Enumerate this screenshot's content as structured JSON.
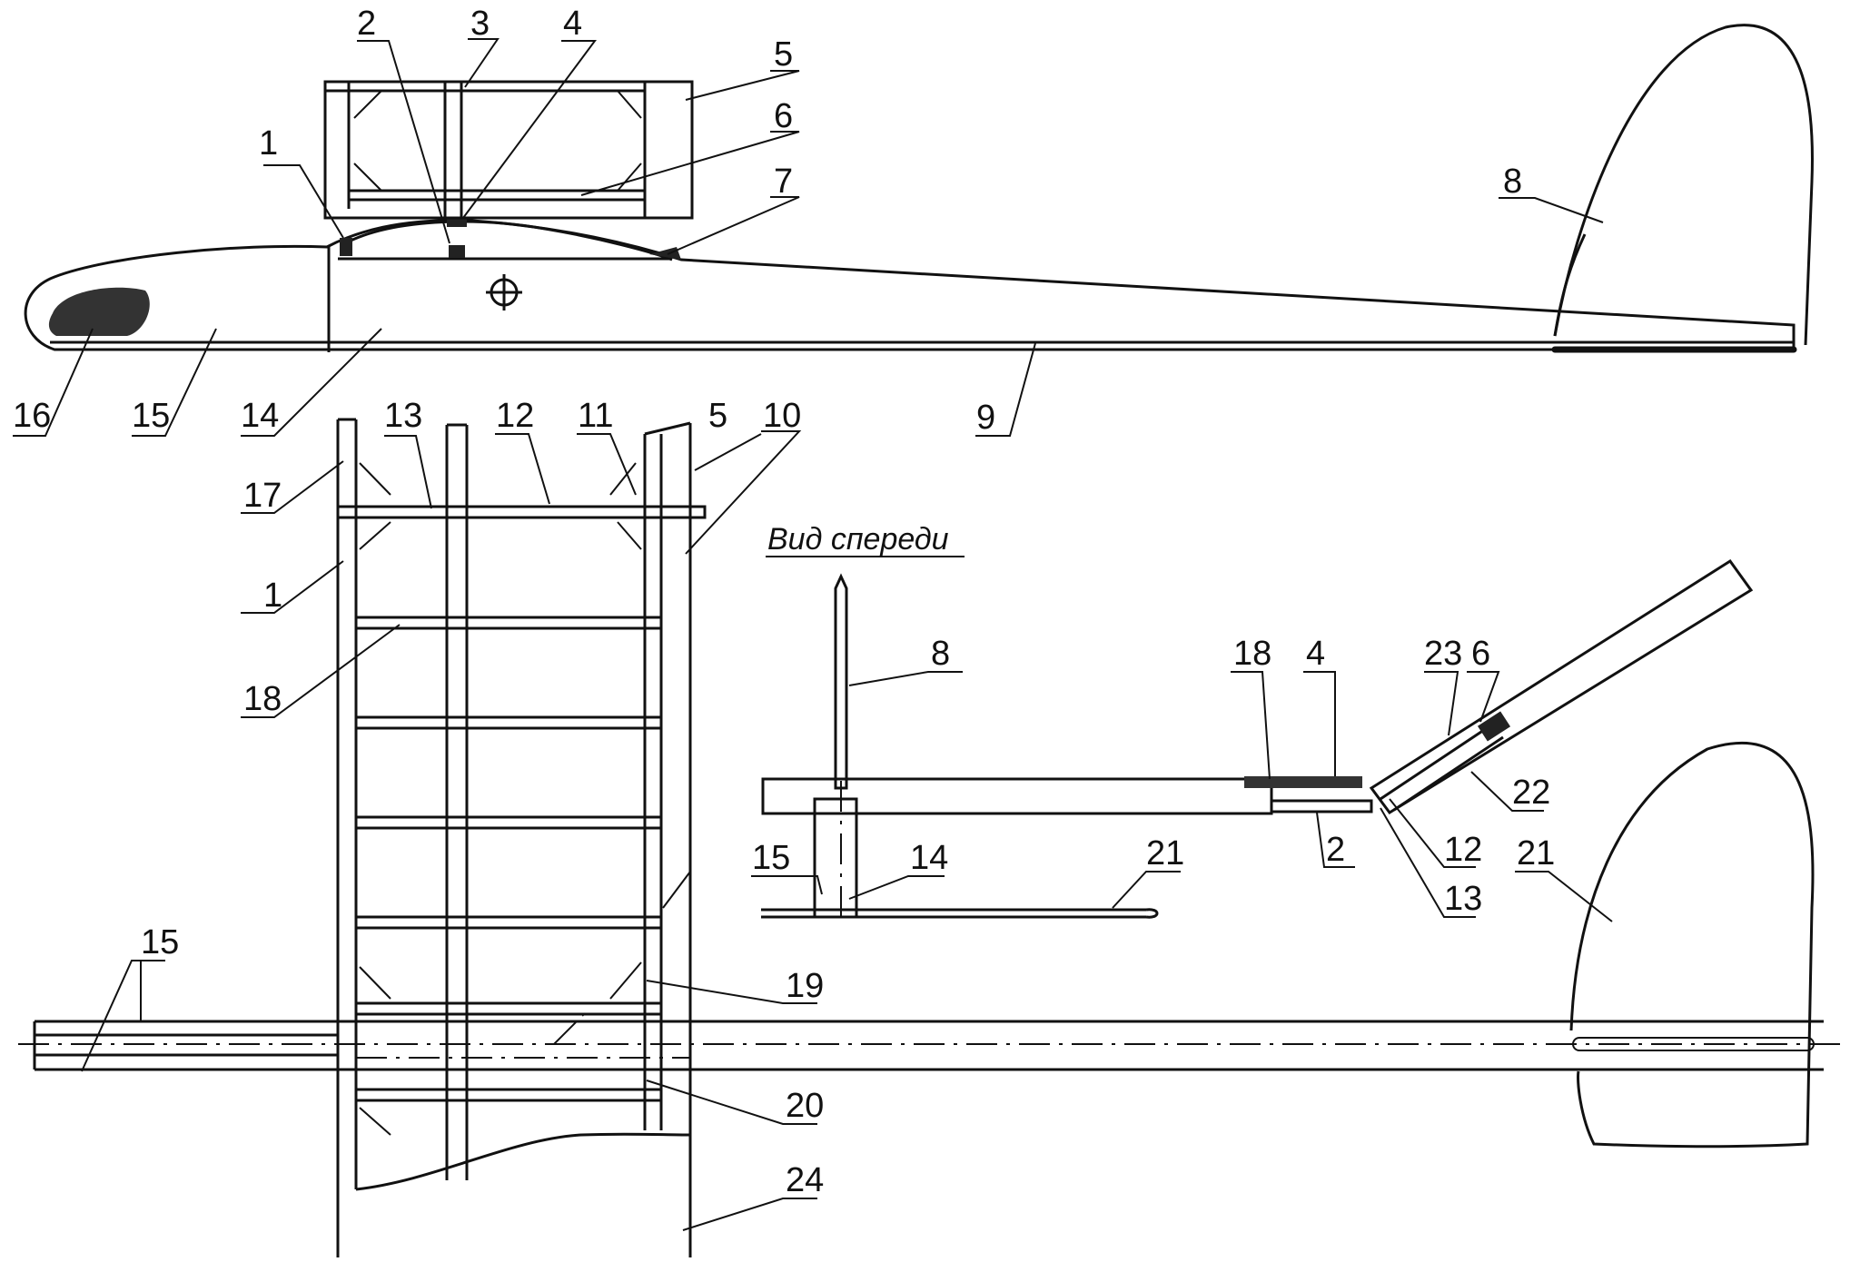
{
  "view_label": "Вид спереди",
  "callouts": {
    "c1a": "1",
    "c2": "2",
    "c3": "3",
    "c4a": "4",
    "c5a": "5",
    "c6a": "6",
    "c7": "7",
    "c8a": "8",
    "c9": "9",
    "c10": "10",
    "c11": "11",
    "c12a": "12",
    "c13a": "13",
    "c14a": "14",
    "c15a": "15",
    "c16": "16",
    "c5b": "5",
    "c17": "17",
    "c1b": "1",
    "c18a": "18",
    "c19": "19",
    "c20": "20",
    "c15c": "15",
    "c24": "24",
    "c8b": "8",
    "c18b": "18",
    "c4b": "4",
    "c23": "23",
    "c6b": "6",
    "c22": "22",
    "c12b": "12",
    "c2b": "2",
    "c13b": "13",
    "c15b": "15",
    "c14b": "14",
    "c21a": "21",
    "c21b": "21"
  }
}
